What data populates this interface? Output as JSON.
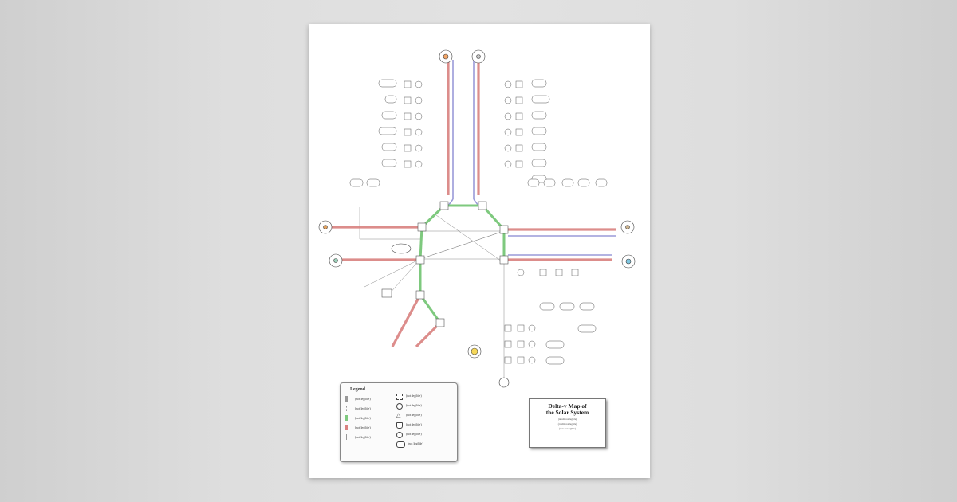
{
  "poster": {
    "title": "Delta-v Map of the Solar System",
    "title_line1": "Delta-v Map of",
    "title_line2": "the Solar System",
    "date": "(details not legible)",
    "credits": "(credits not legible)",
    "note": "(note not legible)"
  },
  "legend": {
    "title": "Legend",
    "items": [
      {
        "label": "(not legible)",
        "symbol": "transfer-line-grey"
      },
      {
        "label": "(not legible)",
        "symbol": "dashed-line"
      },
      {
        "label": "(not legible)",
        "symbol": "green-line"
      },
      {
        "label": "(not legible)",
        "symbol": "red-line"
      },
      {
        "label": "(not legible)",
        "symbol": "thin-line"
      },
      {
        "label": "(not legible)",
        "symbol": "square-node"
      },
      {
        "label": "(not legible)",
        "symbol": "circle-node"
      },
      {
        "label": "(not legible)",
        "symbol": "triangle-node"
      },
      {
        "label": "(not legible)",
        "symbol": "trapezoid-node"
      },
      {
        "label": "(not legible)",
        "symbol": "circle-node-2"
      },
      {
        "label": "(not legible)",
        "symbol": "pill-node"
      }
    ]
  },
  "colors": {
    "aerobrake": "#d9817f",
    "interplanetary": "#7ec97e",
    "plane_change": "#9a9ad8",
    "line": "#666666",
    "sun": "#f5d75a"
  }
}
